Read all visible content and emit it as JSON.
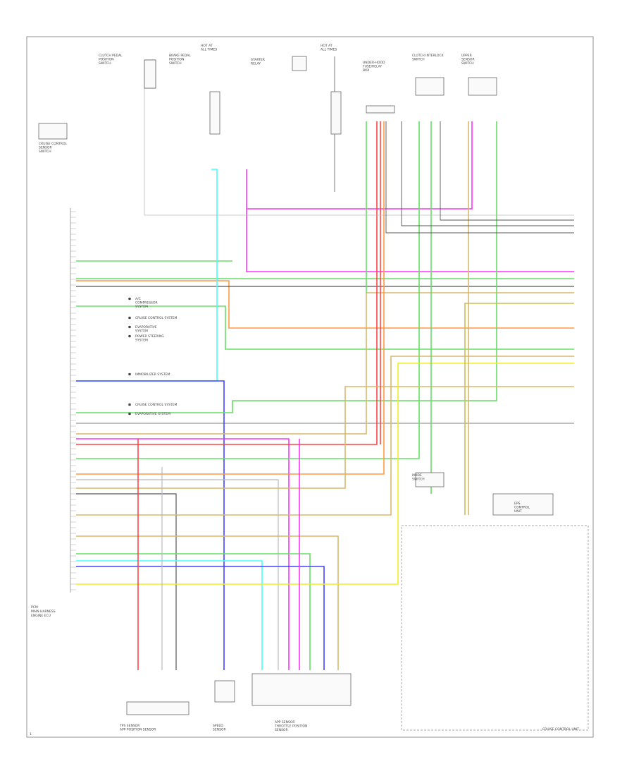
{
  "diagram": {
    "footer_code": "1",
    "frame_label_pcm": "PCM\nMAIN HARNESS\nENGINE ECU",
    "components": [
      {
        "id": "cruise_switch",
        "label": "CRUISE CONTROL\nSENSOR\nSWITCH"
      },
      {
        "id": "clutch_top",
        "label": "CLUTCH PEDAL\nPOSITION\nSWITCH"
      },
      {
        "id": "brake_top",
        "label": "BRAKE PEDAL\nPOSITION\nSWITCH"
      },
      {
        "id": "fuse_a",
        "label": "HOT AT\nALL TIMES"
      },
      {
        "id": "starter_relay",
        "label": "STARTER\nRELAY"
      },
      {
        "id": "fuse_b",
        "label": "HOT AT\nALL TIMES"
      },
      {
        "id": "underhood_fuse",
        "label": "UNDER-HOOD\nFUSE/RELAY\nBOX"
      },
      {
        "id": "clutch_interlock",
        "label": "CLUTCH INTERLOCK\nSWITCH"
      },
      {
        "id": "upper_sensor",
        "label": "UPPER\nSENSOR\nSWITCH"
      },
      {
        "id": "tps",
        "label": "TPS SENSOR\nAPP POSITION SENSOR"
      },
      {
        "id": "speed_sensor",
        "label": "SPEED\nSENSOR"
      },
      {
        "id": "app_sensor",
        "label": "APP SENSOR\nTHROTTLE POSITION\nSENSOR"
      },
      {
        "id": "cruise_unit",
        "label": "CRUISE CONTROL UNIT"
      },
      {
        "id": "eps",
        "label": "EPS\nCONTROL\nUNIT"
      },
      {
        "id": "mode_switch",
        "label": "MODE\nSWITCH"
      }
    ],
    "side_labels": [
      "A/C\nCOMPRESSOR\nSYSTEM",
      "CRUISE CONTROL SYSTEM",
      "EVAPORATIVE\nSYSTEM",
      "POWER STEERING\nSYSTEM",
      "IMMOBILIZER SYSTEM",
      "CRUISE CONTROL SYSTEM",
      "EVAPORATIVE SYSTEM"
    ],
    "wire_colors": {
      "magenta": "#ff33ff",
      "green": "#66dd66",
      "orange": "#ff9944",
      "tan": "#d9b86a",
      "cyan": "#44ffff",
      "blue": "#4444ff",
      "red": "#ff4444",
      "yellow": "#eeee22",
      "pink": "#ff88cc",
      "gray": "#555555",
      "lightgray": "#bbbbbb",
      "olive": "#c8c050"
    }
  }
}
